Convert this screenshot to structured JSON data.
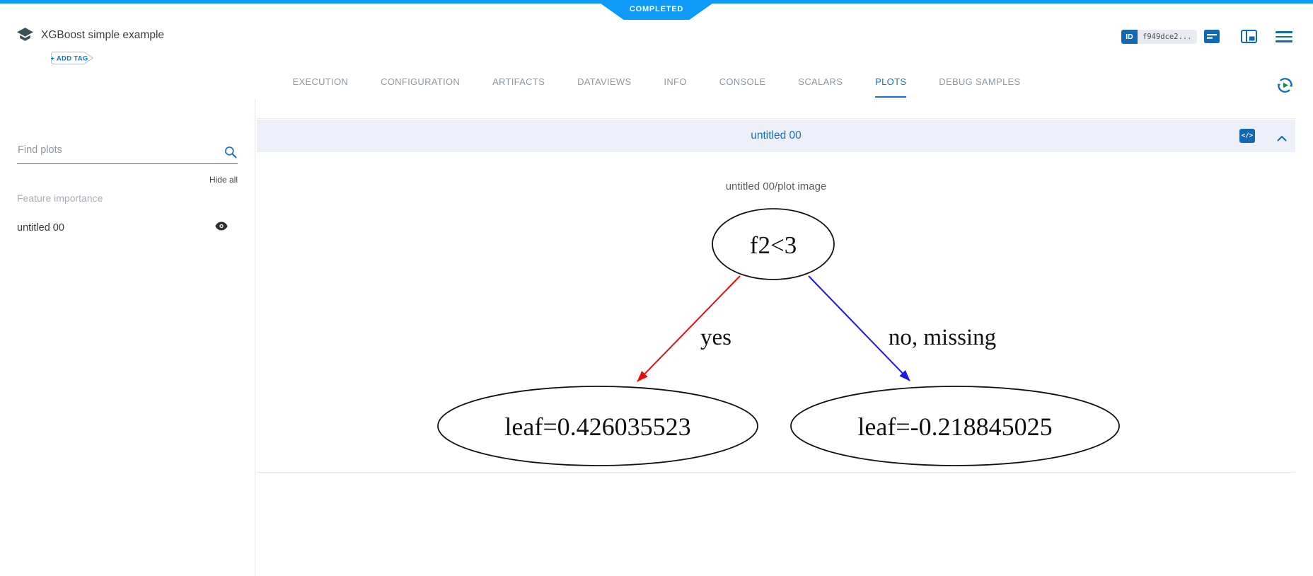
{
  "window": {
    "status": "COMPLETED"
  },
  "header": {
    "title": "XGBoost simple example",
    "add_tag_label": "+ ADD TAG",
    "id_badge": {
      "label": "ID",
      "value": "f949dce2..."
    }
  },
  "tabs": {
    "items": [
      {
        "label": "EXECUTION"
      },
      {
        "label": "CONFIGURATION"
      },
      {
        "label": "ARTIFACTS"
      },
      {
        "label": "DATAVIEWS"
      },
      {
        "label": "INFO"
      },
      {
        "label": "CONSOLE"
      },
      {
        "label": "SCALARS"
      },
      {
        "label": "PLOTS",
        "active": true
      },
      {
        "label": "DEBUG SAMPLES"
      }
    ]
  },
  "sidebar": {
    "search_placeholder": "Find plots",
    "hide_all_label": "Hide all",
    "section_label": "Feature importance",
    "items": [
      {
        "label": "untitled 00"
      }
    ]
  },
  "plot_panel": {
    "title": "untitled 00",
    "code_button_glyph": "</>",
    "plot_title": "untitled 00/plot image",
    "tree": {
      "root_label": "f2<3",
      "edges": [
        {
          "label": "yes",
          "color": "#e31010"
        },
        {
          "label": "no, missing",
          "color": "#1a1ae3"
        }
      ],
      "leaves": [
        {
          "label": "leaf=0.426035523"
        },
        {
          "label": "leaf=-0.218845025"
        }
      ]
    }
  },
  "colors": {
    "top_bar_blue": "#0d9af8",
    "accent_blue": "#1375c8",
    "icon_blue": "#1268b3",
    "panel_header_bg": "#edf0f9"
  }
}
